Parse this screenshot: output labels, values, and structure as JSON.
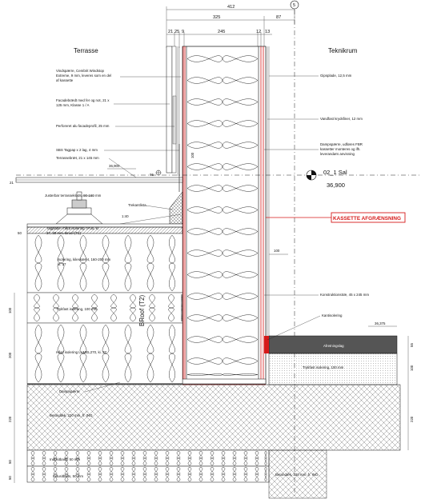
{
  "rooms": {
    "left": "Terrasse",
    "right": "Teknikrum"
  },
  "grid_marker": "5",
  "level": {
    "name": "02_1 Sal",
    "value": "36,900"
  },
  "top_dims": [
    "412",
    "325",
    "87",
    "21",
    "25",
    "9",
    "245",
    "12",
    "13"
  ],
  "dims": {
    "d36900": "36,900",
    "d36375": "36,375",
    "d100a": "100",
    "d100b": "100",
    "d100left": "100",
    "d200": "200",
    "d220a": "220",
    "d220b": "220",
    "d50a": "50",
    "d50b": "50",
    "d55": "55",
    "d95": "95",
    "d50": "50",
    "d21": "21",
    "slope": "1:40"
  },
  "labels_left": {
    "vindspaerre": "Vindspærre, Cembrit Windstop",
    "vindspaerre2": "Extreme, 9 mm, leveres som en del",
    "vindspaerre3": "af kassette",
    "facade1": "Facadebrædt med fer og not, 21 x",
    "facade2": "125 mm, Klasse 1 / A",
    "perforeret": "Perforeret alu facadeprofil, 25 mm",
    "tagpap": "SBS Tagpap x 2 lag, 4 mm",
    "terrasse": "Terrassebræt, 21 x 145 mm",
    "justerbar": "Justerbar terrasseklods, 90-160 mm",
    "trekant": "Trekantlista",
    "tagplade1": "Tagplade i hård isolering TP30, ki",
    "tagplade2": "37, 30 mm. Broof (T2)",
    "isolering1": "Isolering, kileskæret, 160-200 mm",
    "isolering2": "ki. 37",
    "trykfast": "Trykfast isolering, 100 mm",
    "haard1": "Hård isolering LAMEL270, ki. 37",
    "dampspaerre": "Dampspærre",
    "betondaek": "Betondæk, 220 mm, fr. INO",
    "indusi1": "Indusitbaits, 50 mm",
    "indusi2": "Indusitbaits, 50 mm",
    "broof": "BRoof (T2)"
  },
  "labels_right": {
    "gips": "Gipsplade, 12,5 mm",
    "vandfast": "Vandfast krydsfiner, 12 mm",
    "damp1": "Dampspærre, udføres FBR",
    "damp2": "kassetter monteres og ifh.",
    "damp3": "leverandørs anvisning",
    "kassette": "KASSETTE AFGRÆNSNING",
    "konstruktion": "Konstruktionstræ, 45 x 245 mm",
    "kantisolering": "Kantisolering",
    "afretning": "Afretningslag",
    "trykfast": "Trykfast isolering, 100 mm",
    "betondaek": "Betondæk, 220 mm, fr. INO"
  }
}
